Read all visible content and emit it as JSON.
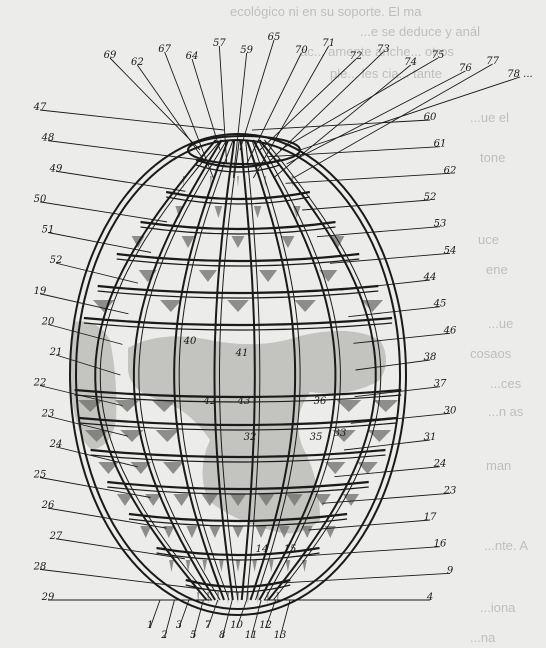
{
  "figure": {
    "kind": "hand-drawn sketch",
    "subject": "wicker / lattice head cage with scraps of paper and numbered leader lines"
  },
  "bleed_text": [
    "ecológico ni en su soporte. El ma",
    "...e se deduce y anál",
    "ac... amente anche... otros",
    "ple... les cia... tante",
    "...ue el",
    "tone",
    "uce",
    "ene",
    "...ue",
    "cosaos",
    "...ces",
    "...n as",
    "man",
    "...nte. A",
    "...iona",
    "...na"
  ],
  "callouts": {
    "top": [
      "69",
      "62",
      "67",
      "64",
      "57",
      "59",
      "65",
      "70",
      "71",
      "72",
      "73",
      "74",
      "75",
      "76",
      "77",
      "78 ..."
    ],
    "left": [
      "47",
      "48",
      "49",
      "50",
      "51",
      "52",
      "19",
      "20",
      "21",
      "22",
      "23",
      "24",
      "25",
      "26",
      "27",
      "28",
      "29"
    ],
    "right": [
      "60",
      "61",
      "62",
      "52",
      "53",
      "54",
      "44",
      "45",
      "46",
      "38",
      "37",
      "30",
      "31",
      "24",
      "23",
      "17",
      "16",
      "9",
      "4"
    ],
    "inner": [
      "40",
      "41",
      "42",
      "43",
      "36",
      "35",
      "33",
      "32",
      "14",
      "15"
    ],
    "bottom": [
      "1",
      "2",
      "3",
      "5",
      "7",
      "8",
      "10",
      "11",
      "12",
      "13"
    ]
  },
  "colors": {
    "paper": "#ececea",
    "ink": "#1a1a1a",
    "scrap": "#bdbdb8",
    "shade": "#6e6e6a"
  }
}
